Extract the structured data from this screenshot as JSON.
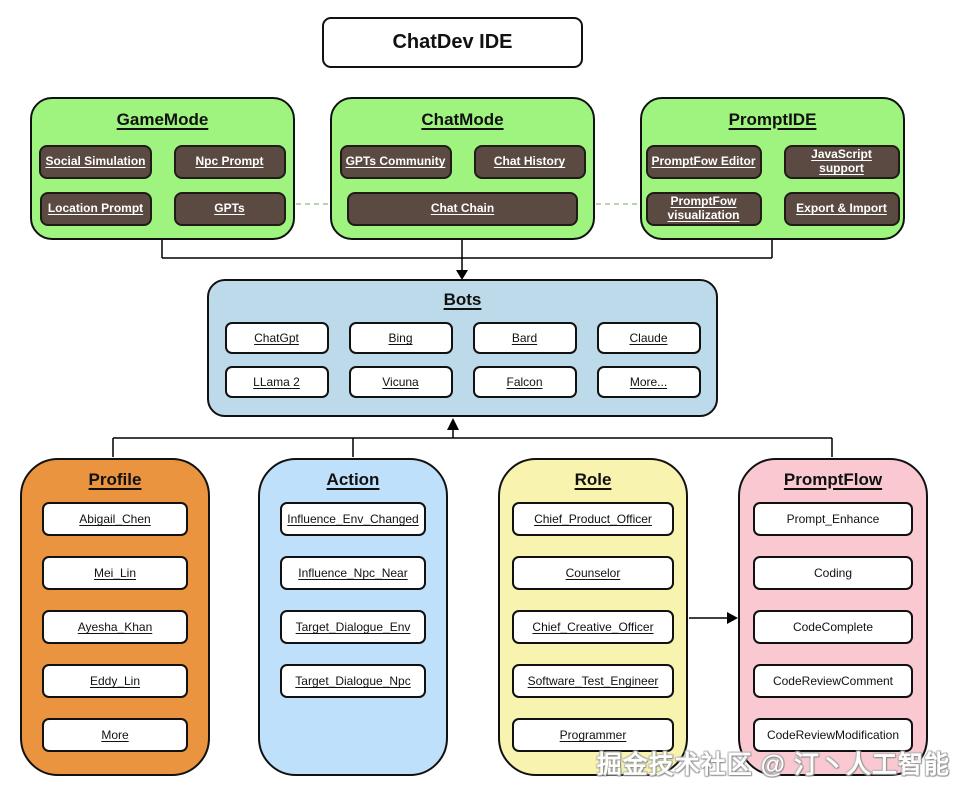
{
  "header": {
    "title": "ChatDev IDE"
  },
  "watermark": {
    "text": "掘金技术社区 @ 汀丶人工智能"
  },
  "colors": {
    "top_panel_green": "#9ef47f",
    "dark_button_brown": "#5a4a42",
    "bots_panel_blue": "#bcdaea",
    "profile_orange": "#ea9440",
    "action_blue": "#bfe0fa",
    "role_yellow": "#f8f3ae",
    "promptflow_pink": "#f9c8d0",
    "dashed_arrow_green": "#a6c49e",
    "line_black": "#000000"
  },
  "game_mode": {
    "title": "GameMode",
    "buttons": [
      "Social Simulation",
      "Npc Prompt",
      "Location Prompt",
      "GPTs"
    ]
  },
  "chat_mode": {
    "title": "ChatMode",
    "buttons": [
      "GPTs Community",
      "Chat History",
      "Chat Chain"
    ]
  },
  "prompt_ide": {
    "title": "PromptIDE",
    "buttons": [
      "PromptFow Editor",
      "JavaScript\nsupport",
      "PromptFow\nvisualization",
      "Export & Import"
    ]
  },
  "bots": {
    "title": "Bots",
    "buttons": [
      "ChatGpt",
      "Bing",
      "Bard",
      "Claude",
      "LLama 2",
      "Vicuna",
      "Falcon",
      "More..."
    ]
  },
  "profile": {
    "title": "Profile",
    "buttons": [
      "Abigail_Chen",
      "Mei_Lin",
      "Ayesha_Khan",
      "Eddy_Lin",
      "More"
    ]
  },
  "action": {
    "title": "Action",
    "buttons": [
      "Influence_Env_Changed",
      "Influence_Npc_Near",
      "Target_Dialogue_Env",
      "Target_Dialogue_Npc"
    ]
  },
  "role": {
    "title": "Role",
    "buttons": [
      "Chief_Product_Officer",
      "Counselor",
      "Chief_Creative_Officer",
      "Software_Test_Engineer",
      "Programmer"
    ]
  },
  "prompt_flow": {
    "title": "PromptFlow",
    "buttons": [
      "Prompt_Enhance",
      "Coding",
      "CodeComplete",
      "CodeReviewComment",
      "CodeReviewModification"
    ]
  }
}
